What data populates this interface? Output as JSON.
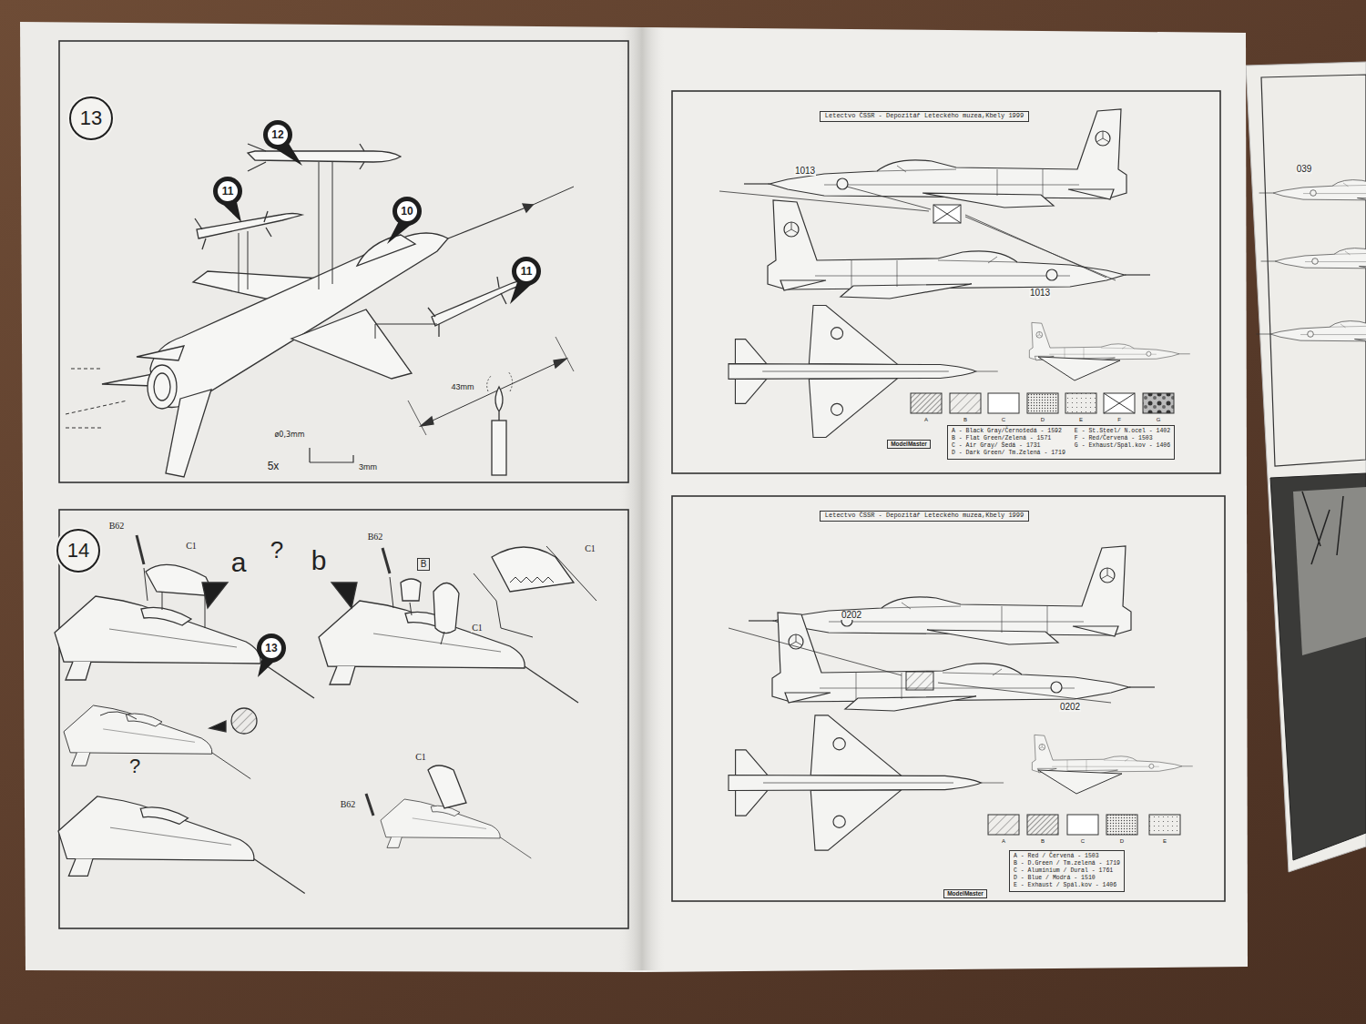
{
  "diagram": {
    "nodes": [
      {
        "text": [
          "13"
        ]
      },
      {
        "text": [
          "14"
        ]
      },
      {
        "text": [
          "Letectvo ČSSR - Depozitář Leteckého muzea,Kbely 1999"
        ]
      },
      {
        "text": [
          "Letectvo ČSSR - Depozitář Leteckého muzea,Kbely 1999"
        ]
      }
    ],
    "labels": [
      "12",
      "11",
      "10",
      "11",
      "43mm",
      "5x",
      "ø0,3mm",
      "3mm",
      "B62",
      "C1",
      "a",
      "?",
      "b",
      "B62",
      "B",
      "C1",
      "C1",
      "13",
      "?",
      "C1",
      "B62",
      "1013",
      "1013",
      "A",
      "B",
      "C",
      "D",
      "E",
      "F",
      "G",
      "ModelMaster",
      "0202",
      "0202",
      "A",
      "B",
      "C",
      "D",
      "E",
      "ModelMaster",
      "039"
    ],
    "legend": [
      {
        "text": "A - Black Gray/Černošedá - 1592"
      },
      {
        "text": "B - Flat Green/Zelená - 1571"
      },
      {
        "text": "C - Air Gray/ Šedá - 1731"
      },
      {
        "text": "D - Dark Green/ Tm.Zelená - 1719"
      },
      {
        "text": "E - St.Steel/ N.ocel - 1402"
      },
      {
        "text": "F - Red/Červená - 1503"
      },
      {
        "text": "G - Exhaust/Spál.kov - 1406"
      },
      {
        "text": "A - Red / Červená - 1503"
      },
      {
        "text": "B - D.Green / Tm.zelená - 1719"
      },
      {
        "text": "C - Aluminium / Dural - 1761"
      },
      {
        "text": "D - Blue / Modrá - 1510"
      },
      {
        "text": "E - Exhaust / Spál.kov - 1406"
      }
    ]
  }
}
